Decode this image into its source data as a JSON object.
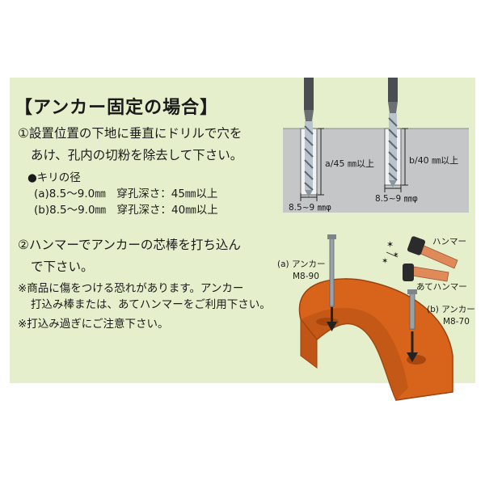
{
  "title": "【アンカー固定の場合】",
  "step1": {
    "line1": "①設置位置の下地に垂直にドリルで穴を",
    "line2": "あけ、孔内の切粉を除去して下さい。",
    "drill_heading": "●キリの径",
    "spec_a": "(a)8.5～9.0㎜　穿孔深さ：45㎜以上",
    "spec_b": "(b)8.5～9.0㎜　穿孔深さ：40㎜以上"
  },
  "step2": {
    "line1": "②ハンマーでアンカーの芯棒を打ち込ん",
    "line2": "で下さい。",
    "note1": "※商品に傷をつける恐れがあります。アンカー",
    "note2": "打込み棒または、あてハンマーをご利用下さい。",
    "note3": "※打込み過ぎにご注意下さい。"
  },
  "diagram": {
    "depth_a": "a/45 ㎜以上",
    "depth_b": "b/40 ㎜以上",
    "diam_a": "8.5~9 ㎜φ",
    "diam_b": "8.5~9 ㎜φ",
    "anchor_a_name": "(a) アンカー",
    "anchor_a_model": "M8-90",
    "anchor_b_name": "(b) アンカー",
    "anchor_b_model": "M8-70",
    "hammer": "ハンマー",
    "ate_hammer": "あてハンマー"
  },
  "colors": {
    "panel_bg": "#e6efcc",
    "product_orange": "#d8641c",
    "concrete": "#c4c6c8",
    "hammer_handle": "#e08a5a"
  }
}
